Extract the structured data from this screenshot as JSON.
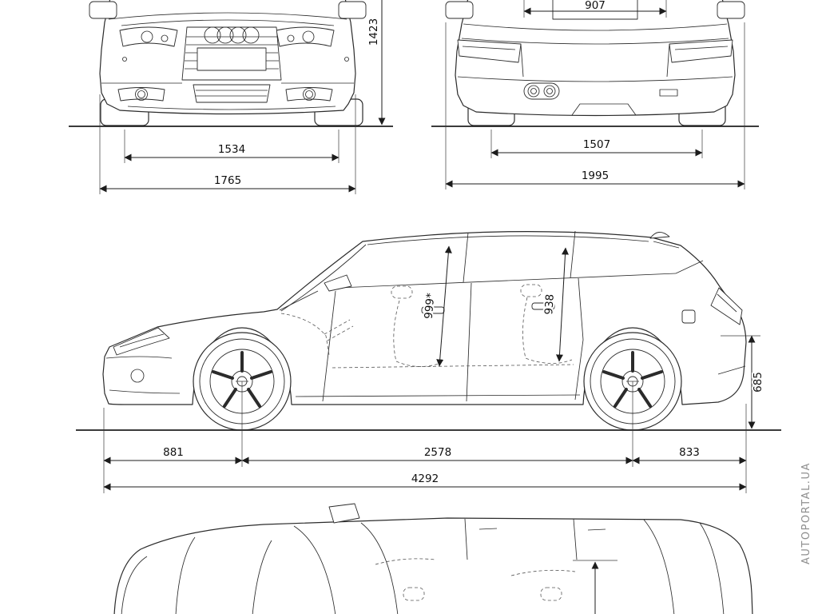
{
  "watermark": {
    "text": "AUTOPORTAL.UA"
  },
  "colors": {
    "line": "#2b2b2b",
    "dimension": "#1c1c1c",
    "watermark": "#8f8f8f",
    "background": "#ffffff"
  },
  "front_view": {
    "dims": {
      "overall_height": "1423",
      "track": "1534",
      "overall_width": "1765"
    }
  },
  "rear_view": {
    "dims": {
      "upper_width": "907",
      "track": "1507",
      "overall_width": "1995"
    }
  },
  "side_view": {
    "dims": {
      "front_headroom": "999*",
      "rear_headroom": "938",
      "rear_loading_height": "685",
      "front_overhang": "881",
      "wheelbase": "2578",
      "rear_overhang": "833",
      "overall_length": "4292"
    }
  }
}
